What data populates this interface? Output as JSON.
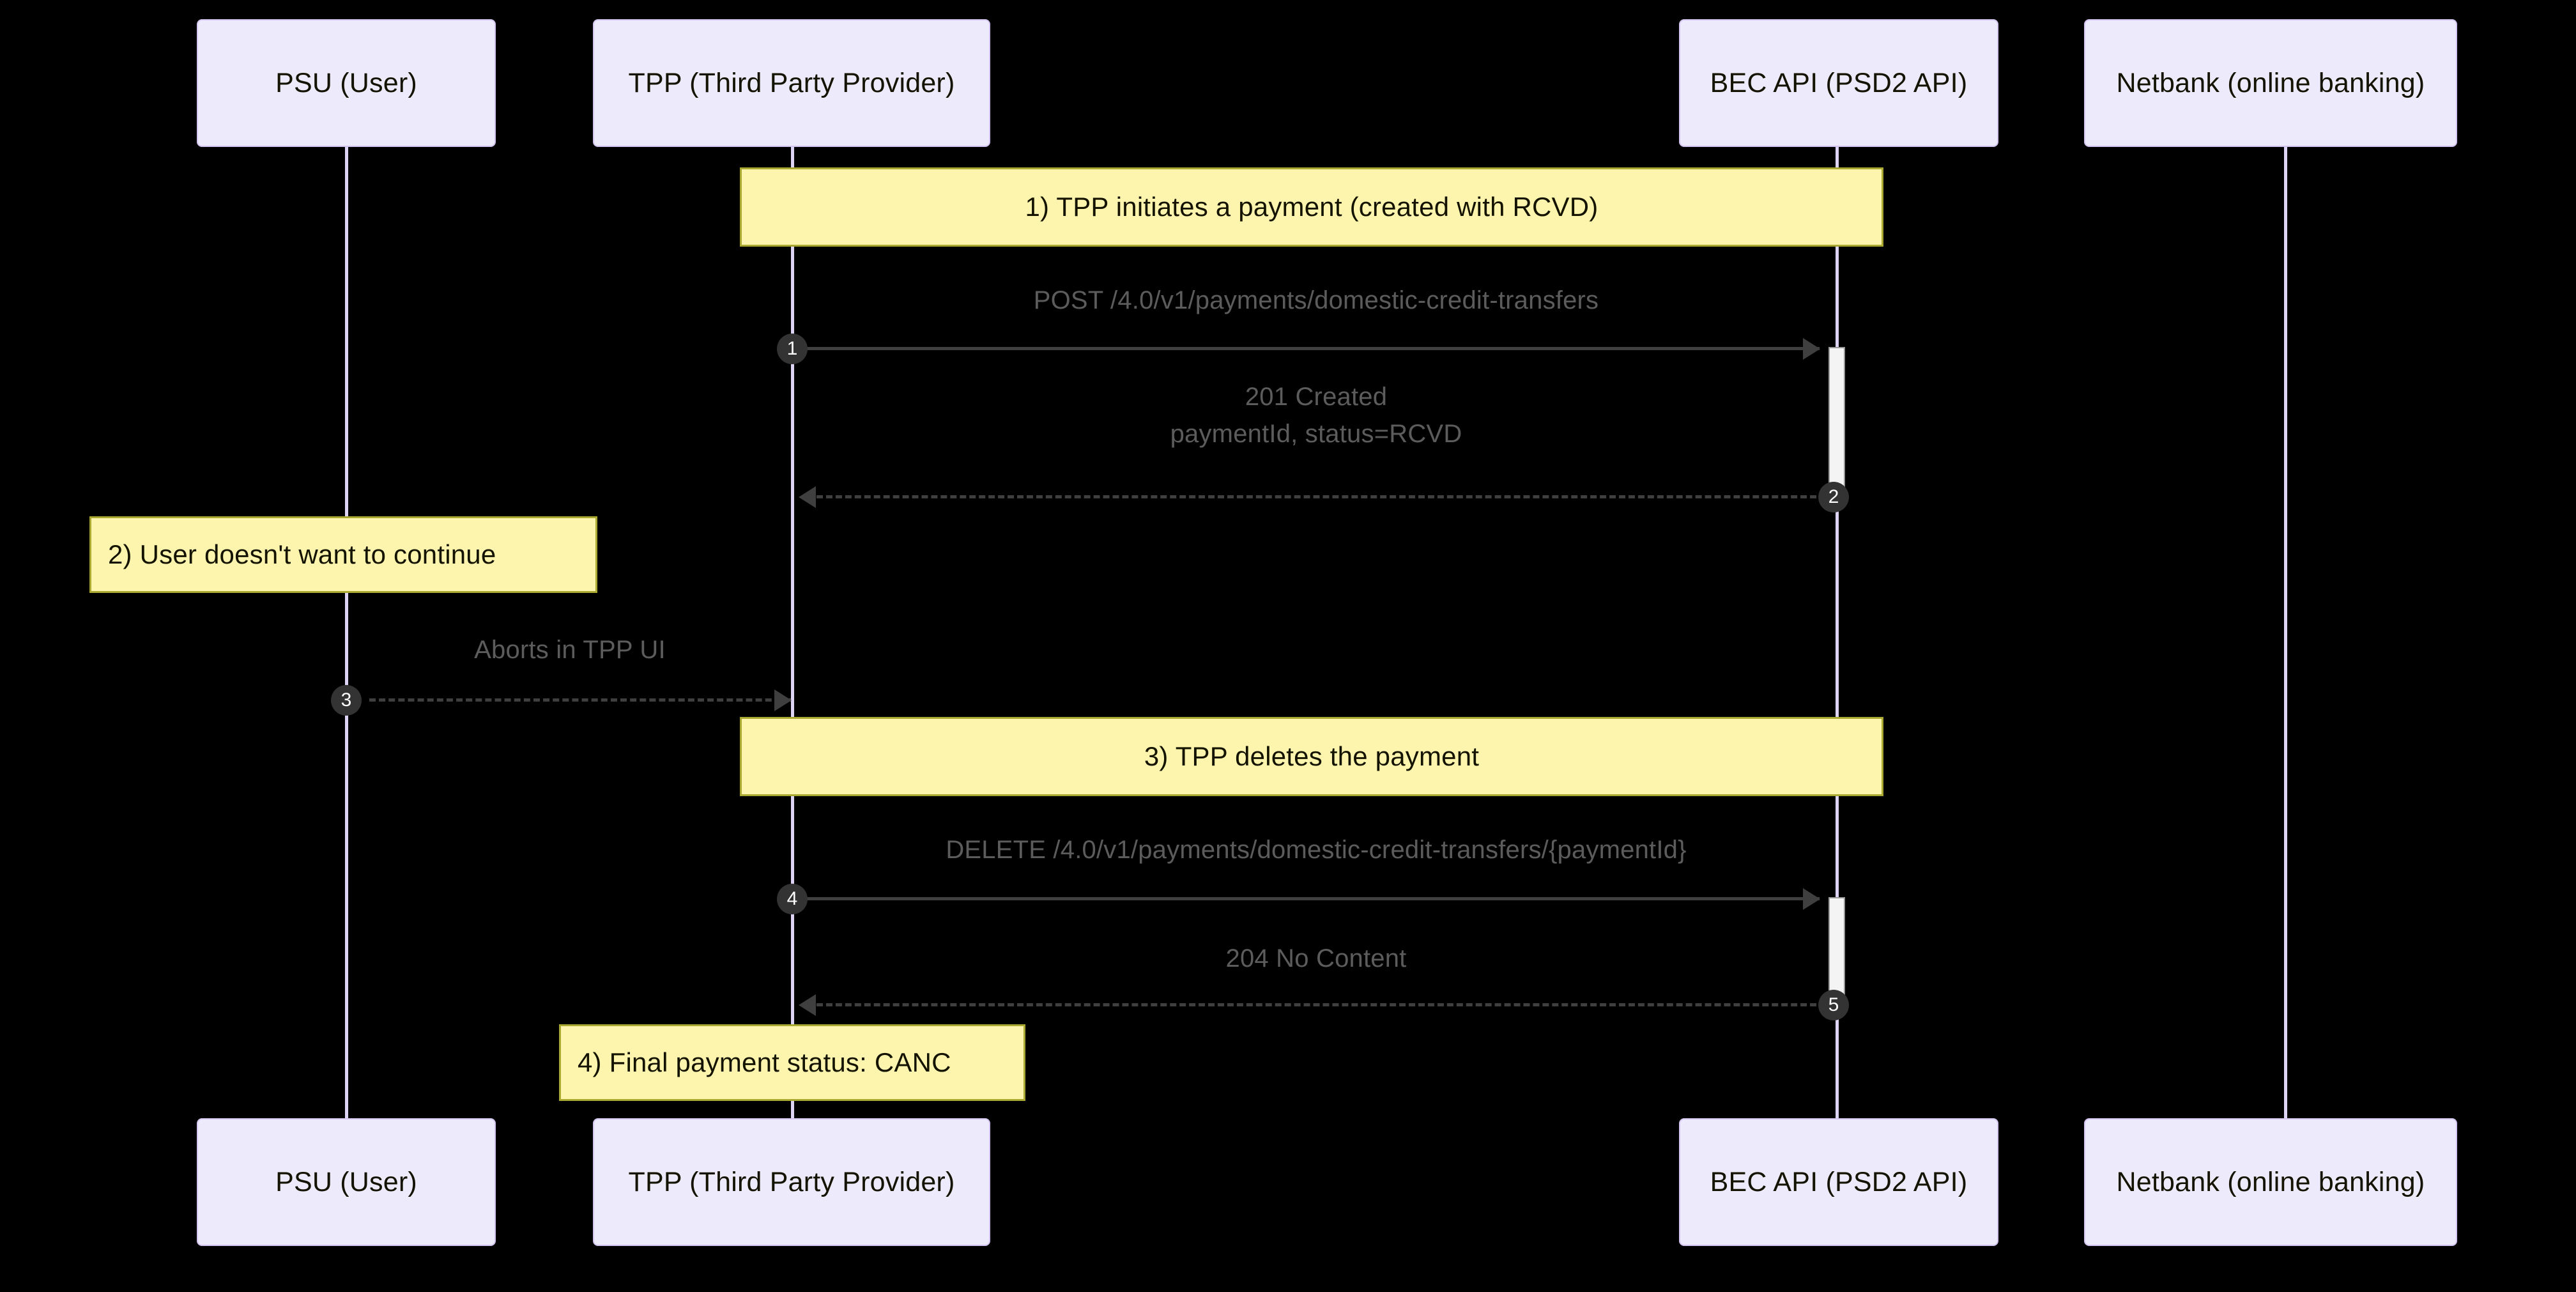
{
  "diagram": {
    "type": "sequence-diagram",
    "title": "PSD2 payment cancellation flow",
    "background_color": "#000000",
    "colors": {
      "actor_fill": "#ECEAFB",
      "actor_border": "#D3C5F0",
      "lifeline": "#DCD3F5",
      "note_fill": "#FDF4AE",
      "note_border": "#AAAA33",
      "message_line": "#3F3F3F",
      "message_label": "#5C5C5C",
      "sequence_bubble": "#333333",
      "activation_fill": "#F4F4F4",
      "activation_border": "#9A9A9A"
    }
  },
  "participants": [
    {
      "id": "psu",
      "label": "PSU (User)"
    },
    {
      "id": "tpp",
      "label": "TPP (Third Party Provider)"
    },
    {
      "id": "bec",
      "label": "BEC API (PSD2 API)"
    },
    {
      "id": "netbank",
      "label": "Netbank (online banking)"
    }
  ],
  "notes": [
    {
      "id": "note1",
      "text": "1) TPP initiates a payment (created with RCVD)",
      "align": "center",
      "over": [
        "tpp",
        "bec"
      ]
    },
    {
      "id": "note2",
      "text": "2) User doesn't want to continue",
      "align": "left",
      "over": [
        "psu"
      ]
    },
    {
      "id": "note3",
      "text": "3) TPP deletes the payment",
      "align": "center",
      "over": [
        "tpp",
        "bec"
      ]
    },
    {
      "id": "note4",
      "text": "4) Final payment status: CANC",
      "align": "left",
      "over": [
        "tpp"
      ]
    }
  ],
  "messages": [
    {
      "seq": "1",
      "from": "tpp",
      "to": "bec",
      "label": "POST /4.0/v1/payments/domestic-credit-transfers",
      "style": "solid",
      "direction": "right"
    },
    {
      "seq": "2",
      "from": "bec",
      "to": "tpp",
      "label_line1": "201 Created",
      "label_line2": "paymentId, status=RCVD",
      "style": "dashed",
      "direction": "left"
    },
    {
      "seq": "3",
      "from": "psu",
      "to": "tpp",
      "label": "Aborts in TPP UI",
      "style": "dashed",
      "direction": "right"
    },
    {
      "seq": "4",
      "from": "tpp",
      "to": "bec",
      "label": "DELETE /4.0/v1/payments/domestic-credit-transfers/{paymentId}",
      "style": "solid",
      "direction": "right"
    },
    {
      "seq": "5",
      "from": "bec",
      "to": "tpp",
      "label": "204 No Content",
      "style": "dashed",
      "direction": "left"
    }
  ],
  "activations": [
    {
      "on": "bec",
      "for_message": "1"
    },
    {
      "on": "bec",
      "for_message": "4"
    }
  ]
}
